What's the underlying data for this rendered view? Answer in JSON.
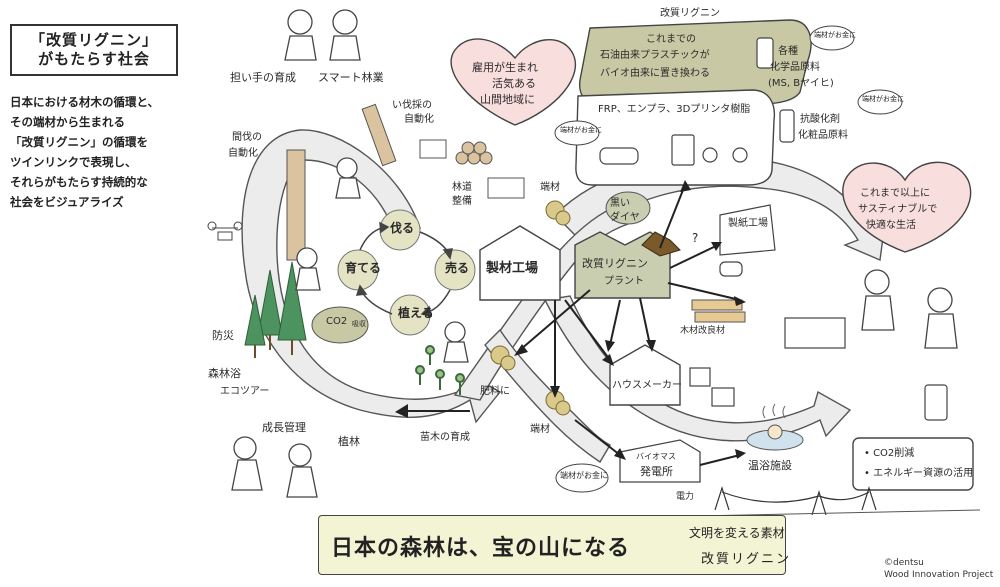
{
  "title": {
    "line1": "「改質リグニン」",
    "line2": "がもたらす社会"
  },
  "intro": [
    "日本における材木の循環と、",
    "その端材から生まれる",
    "「改質リグニン」の循環を",
    "ツインリンクで表現し、",
    "それらがもたらす持続的な",
    "社会をビジュアライズ"
  ],
  "left_loop": {
    "top_labels": {
      "training": "担い手の育成",
      "smart": "スマート林業"
    },
    "cut_auto": {
      "l1": "い伐採の",
      "l2": "自動化"
    },
    "thin_auto": {
      "l1": "間伐の",
      "l2": "自動化"
    },
    "road": {
      "l1": "林道",
      "l2": "整備"
    },
    "jobs_bubble": {
      "l1": "雇用が生まれ",
      "l2": "活気ある",
      "l3": "山間地域に"
    },
    "cycle": {
      "cut": "伐る",
      "sell": "売る",
      "plant": "植える",
      "grow": "育てる"
    },
    "co2": {
      "main": "CO2",
      "sub": "吸収"
    },
    "disaster": "防災",
    "forest_bath": {
      "l1": "森林浴",
      "l2": "エコツアー"
    },
    "growth": "成長管理",
    "planting": "植林",
    "seedling": "苗木の育成",
    "fertilizer": "肥料に",
    "sawmill": "製材工場",
    "offcut_top": "端材",
    "offcut_bottom": "端材"
  },
  "right_loop": {
    "plant": {
      "l1": "改質リグニン",
      "l2": "プラント"
    },
    "black_diamond": {
      "l1": "黒い",
      "l2": "ダイヤ"
    },
    "top_title": "改質リグニン",
    "replace_bubble": {
      "l1": "これまでの",
      "l2": "石油由来プラスチックが",
      "l3": "バイオ由来に置き換わる"
    },
    "frp_bubble": "FRP、エンプラ、3Dプリンタ樹脂",
    "chem": {
      "l1": "各種",
      "l2": "化学品原料",
      "l3": "(MS, Bヤイヒ)"
    },
    "antiox": {
      "l1": "抗酸化剤",
      "l2": "化粧品原料"
    },
    "paper_mill": "製紙工場",
    "question": "?",
    "wood_board": "木材改良材",
    "housemaker": "ハウスメーカー",
    "sustain_heart": {
      "l1": "これまで以上に",
      "l2": "サスティナブルで",
      "l3": "快適な生活"
    },
    "biomass": {
      "l1": "バイオマス",
      "l2": "発電所"
    },
    "hot_spring": "温浴施設",
    "power": "電力",
    "benefits": [
      "CO2削減",
      "エネルギー資源の活用"
    ],
    "offcut_money": "端材がお金に"
  },
  "banner": {
    "main": "日本の森林は、宝の山になる",
    "sub1": "文明を変える素材",
    "sub2": "改質リグニン"
  },
  "credit": {
    "l1": "©dentsu",
    "l2": "Wood Innovation Project"
  },
  "colors": {
    "arrow_fill": "#ebebeb",
    "olive": "#c8c9a4",
    "pink": "#f9dede",
    "cream": "#f3f4d4",
    "plant_green": "#c9ceb0",
    "tree": "#4d9360",
    "chip": "#d9c98a"
  }
}
